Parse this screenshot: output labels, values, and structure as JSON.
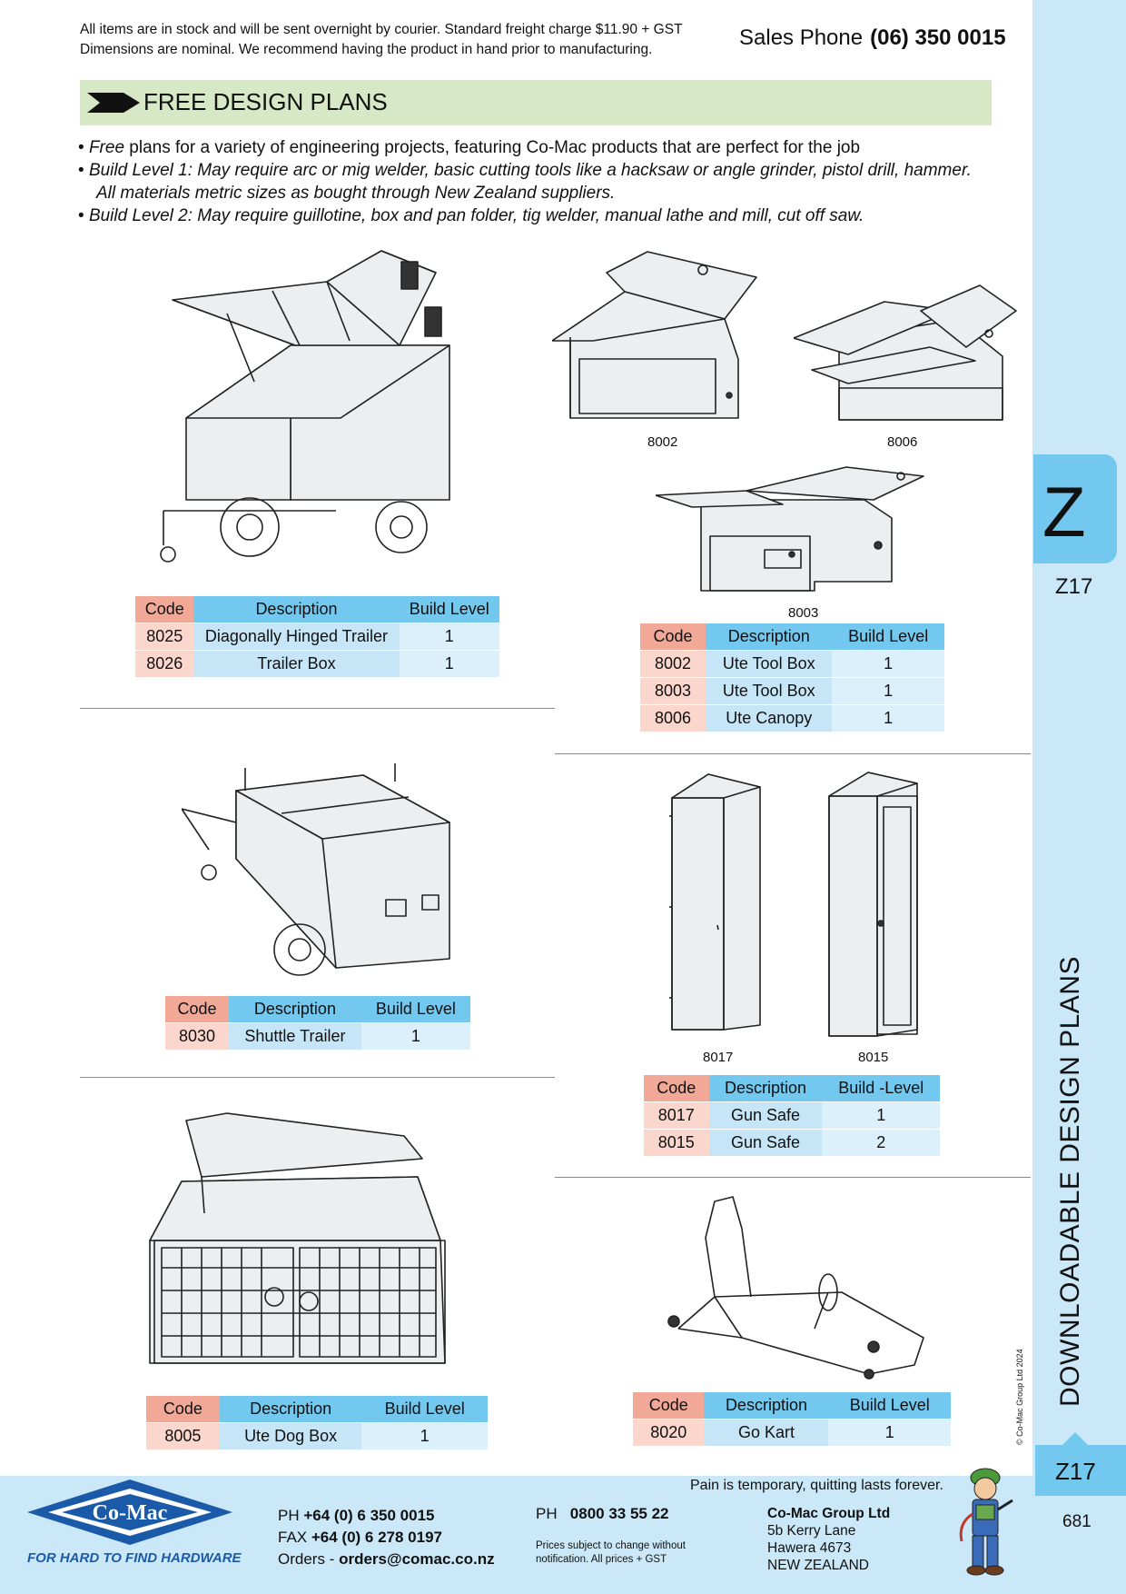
{
  "header": {
    "notice_line1": "All items are in stock and will be sent overnight by courier. Standard freight charge $11.90 + GST",
    "notice_line2": "Dimensions are nominal. We recommend having the product in hand prior to manufacturing.",
    "sales_label": "Sales Phone",
    "sales_number": "(06) 350 0015"
  },
  "banner": {
    "title": "FREE DESIGN PLANS"
  },
  "bullets": {
    "b1_em": "Free",
    "b1_rest": " plans for a variety of engineering projects, featuring Co-Mac products that are perfect for the job",
    "b2": "Build Level 1: May require arc or mig welder, basic cutting tools like a hacksaw or angle grinder, pistol drill, hammer.",
    "b2_cont": "All materials metric sizes as bought through New Zealand suppliers.",
    "b3": "Build Level 2: May require guillotine, box and pan folder, tig welder, manual lathe and mill, cut off saw."
  },
  "captions": {
    "c8002": "8002",
    "c8006": "8006",
    "c8003": "8003",
    "c8017": "8017",
    "c8015": "8015"
  },
  "table_headers": {
    "code": "Code",
    "description": "Description",
    "build_level": "Build Level",
    "build_level_alt": "Build -Level"
  },
  "tables": {
    "trailer": [
      {
        "code": "8025",
        "description": "Diagonally Hinged Trailer",
        "level": "1"
      },
      {
        "code": "8026",
        "description": "Trailer Box",
        "level": "1"
      }
    ],
    "ute": [
      {
        "code": "8002",
        "description": "Ute Tool Box",
        "level": "1"
      },
      {
        "code": "8003",
        "description": "Ute Tool Box",
        "level": "1"
      },
      {
        "code": "8006",
        "description": "Ute Canopy",
        "level": "1"
      }
    ],
    "shuttle": [
      {
        "code": "8030",
        "description": "Shuttle Trailer",
        "level": "1"
      }
    ],
    "gunsafe": [
      {
        "code": "8017",
        "description": "Gun Safe",
        "level": "1"
      },
      {
        "code": "8015",
        "description": "Gun Safe",
        "level": "2"
      }
    ],
    "dogbox": [
      {
        "code": "8005",
        "description": "Ute Dog Box",
        "level": "1"
      }
    ],
    "gokart": [
      {
        "code": "8020",
        "description": "Go Kart",
        "level": "1"
      }
    ]
  },
  "sidebar": {
    "letter": "Z",
    "code": "Z17",
    "vertical_title": "DOWNLOADABLE DESIGN PLANS",
    "copyright": "© Co-Mac Group Ltd 2024",
    "code_bottom": "Z17",
    "page_number": "681"
  },
  "footer": {
    "logo_text": "Co-Mac",
    "tagline": "FOR HARD TO FIND HARDWARE",
    "quote": "Pain is temporary, quitting lasts forever.",
    "ph_label": "PH",
    "ph_number": "+64 (0) 6 350 0015",
    "fax_label": "FAX",
    "fax_number": "+64 (0) 6 278 0197",
    "orders_label": "Orders -",
    "orders_email": "orders@comac.co.nz",
    "ph2_label": "PH",
    "ph2_number": "0800 33 55 22",
    "price_note_1": "Prices subject to change without",
    "price_note_2": "notification. All prices + GST",
    "company": "Co-Mac Group Ltd",
    "addr1": "5b Kerry Lane",
    "addr2": "Hawera 4673",
    "addr3": "NEW ZEALAND"
  }
}
